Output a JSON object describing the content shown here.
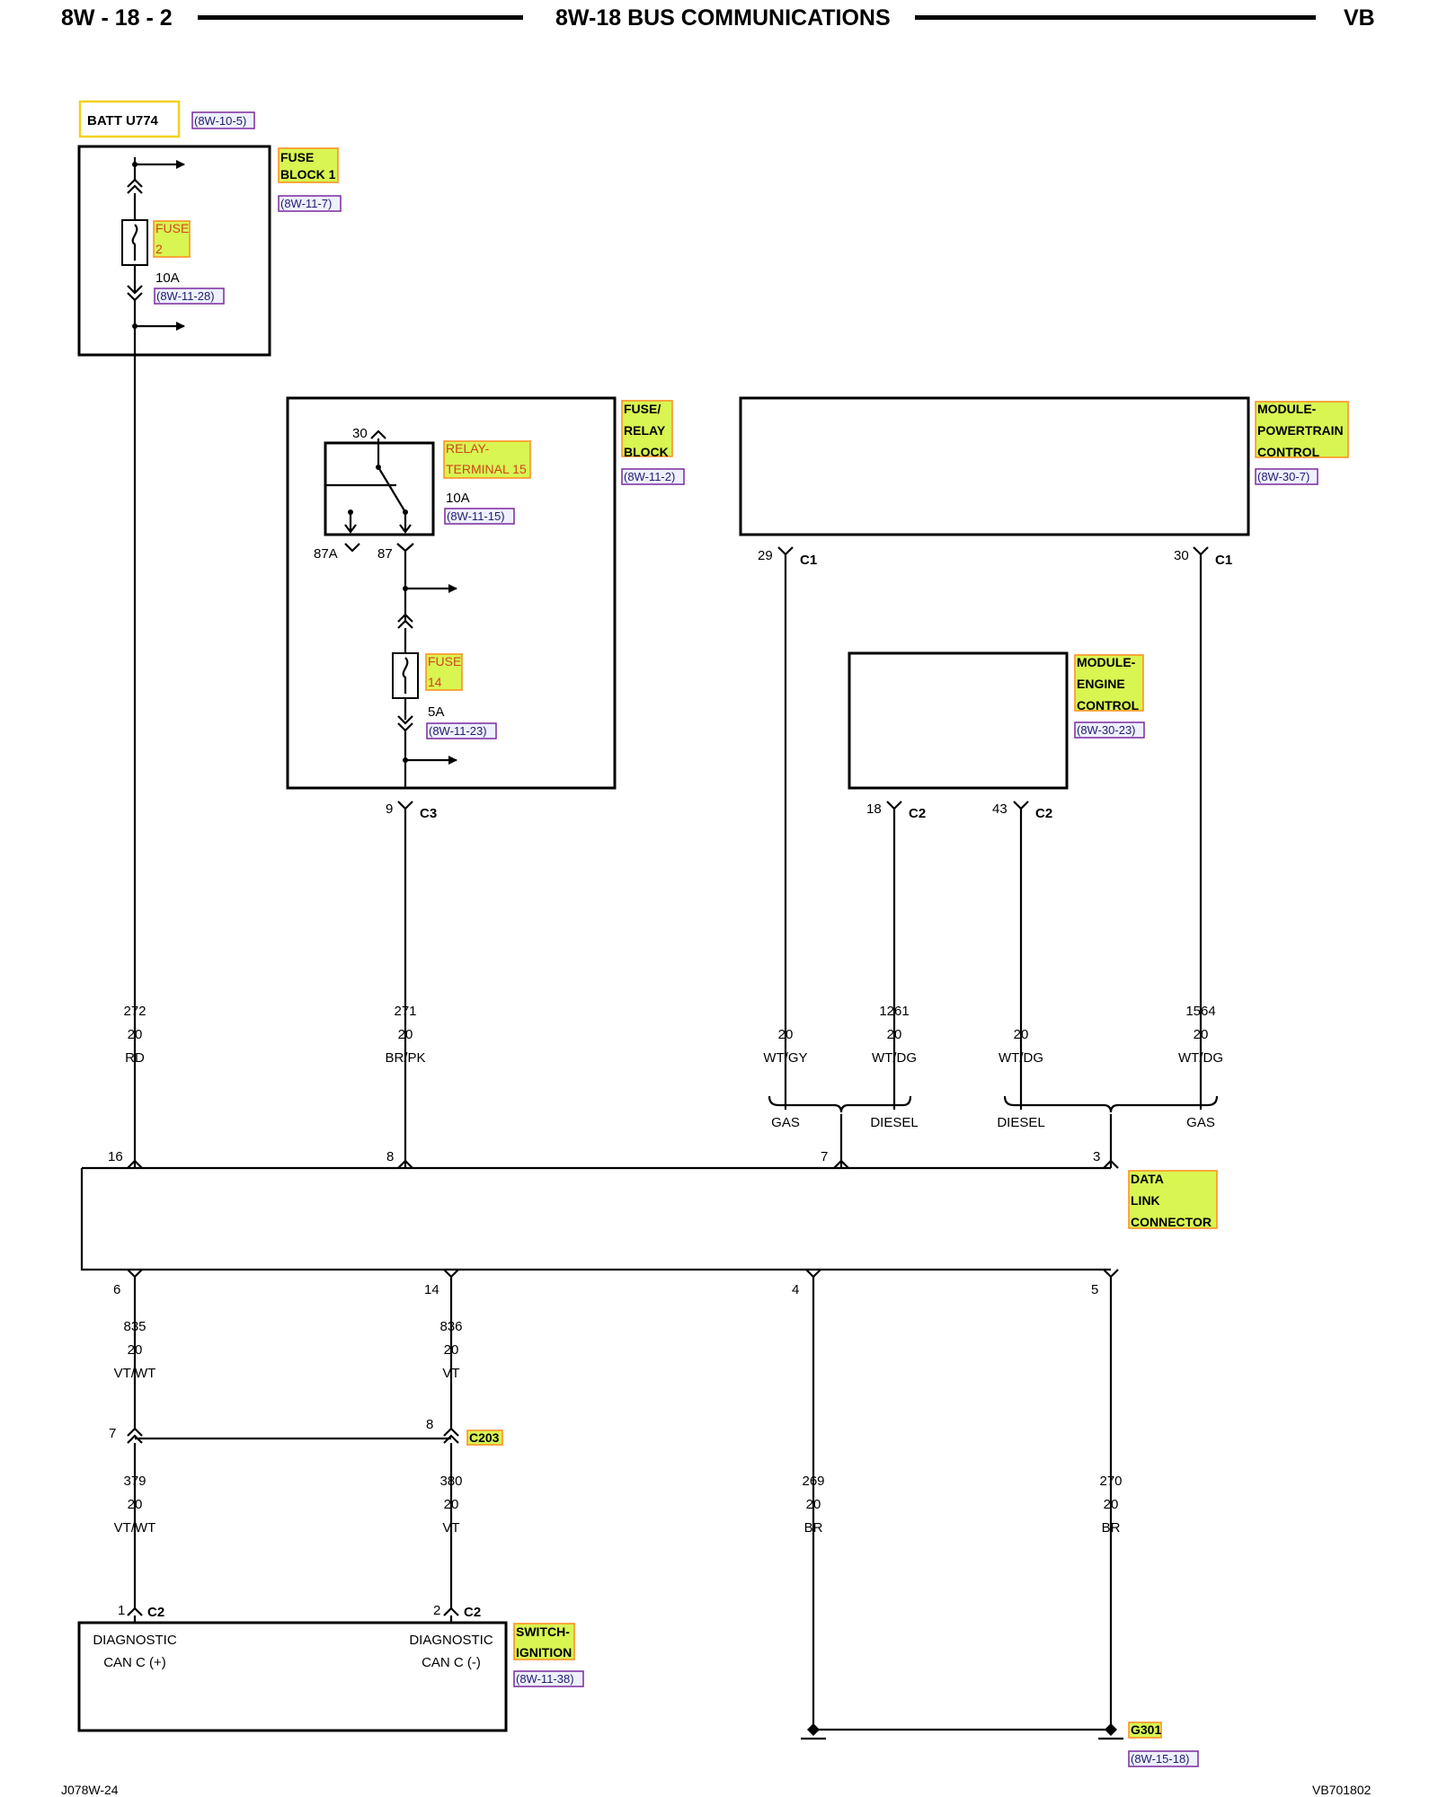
{
  "header": {
    "page_number": "8W - 18 - 2",
    "title": "8W-18 BUS COMMUNICATIONS",
    "model_code": "VB"
  },
  "footer": {
    "left_code": "J078W-24",
    "right_code": "VB701802"
  },
  "components": {
    "batt": {
      "label": "BATT U774",
      "ref": "(8W-10-5)"
    },
    "fuse_block_1": {
      "label_line1": "FUSE",
      "label_line2": "BLOCK 1",
      "ref": "(8W-11-7)"
    },
    "fuse_2": {
      "label_line1": "FUSE",
      "label_line2": "2",
      "rating": "10A",
      "ref": "(8W-11-28)"
    },
    "fuse_relay_block": {
      "label_line1": "FUSE/",
      "label_line2": "RELAY",
      "label_line3": "BLOCK",
      "ref": "(8W-11-2)"
    },
    "relay": {
      "label_line1": "RELAY-",
      "label_line2": "TERMINAL 15",
      "rating": "10A",
      "ref": "(8W-11-15)",
      "pin_30": "30",
      "pin_87a": "87A",
      "pin_87": "87"
    },
    "fuse_14": {
      "label_line1": "FUSE",
      "label_line2": "14",
      "rating": "5A",
      "ref": "(8W-11-23)"
    },
    "pcm": {
      "label_line1": "MODULE-",
      "label_line2": "POWERTRAIN",
      "label_line3": "CONTROL",
      "ref": "(8W-30-7)"
    },
    "ecm": {
      "label_line1": "MODULE-",
      "label_line2": "ENGINE",
      "label_line3": "CONTROL",
      "ref": "(8W-30-23)"
    },
    "dlc": {
      "label_line1": "DATA",
      "label_line2": "LINK",
      "label_line3": "CONNECTOR"
    },
    "ignition_switch": {
      "label_line1": "SWITCH-",
      "label_line2": "IGNITION",
      "ref": "(8W-11-38)",
      "pin_left_line1": "DIAGNOSTIC",
      "pin_left_line2": "CAN C (+)",
      "pin_right_line1": "DIAGNOSTIC",
      "pin_right_line2": "CAN C (-)"
    },
    "c203": {
      "label": "C203"
    },
    "g301": {
      "label": "G301",
      "ref": "(8W-15-18)"
    }
  },
  "connectors": {
    "relay_out_pin": "9",
    "relay_out_conn": "C3",
    "pcm_pin_a": "29",
    "pcm_pin_a_conn": "C1",
    "pcm_pin_b": "30",
    "pcm_pin_b_conn": "C1",
    "ecm_pin_a": "18",
    "ecm_pin_a_conn": "C2",
    "ecm_pin_b": "43",
    "ecm_pin_b_conn": "C2",
    "dlc_pin_16": "16",
    "dlc_pin_8": "8",
    "dlc_pin_7": "7",
    "dlc_pin_3": "3",
    "dlc_pin_6": "6",
    "dlc_pin_14": "14",
    "dlc_pin_4": "4",
    "dlc_pin_5": "5",
    "c203_pin_7": "7",
    "c203_pin_8": "8",
    "sw_pin_1": "1",
    "sw_pin_1_conn": "C2",
    "sw_pin_2": "2",
    "sw_pin_2_conn": "C2"
  },
  "wires": [
    {
      "circuit": "272",
      "gauge": "20",
      "color": "RD"
    },
    {
      "circuit": "271",
      "gauge": "20",
      "color": "BR/PK"
    },
    {
      "circuit": "",
      "gauge": "20",
      "color": "WT/GY"
    },
    {
      "circuit": "1261",
      "gauge": "20",
      "color": "WT/DG"
    },
    {
      "circuit": "",
      "gauge": "20",
      "color": "WT/DG"
    },
    {
      "circuit": "1564",
      "gauge": "20",
      "color": "WT/DG"
    },
    {
      "circuit": "835",
      "gauge": "20",
      "color": "VT/WT"
    },
    {
      "circuit": "836",
      "gauge": "20",
      "color": "VT"
    },
    {
      "circuit": "379",
      "gauge": "20",
      "color": "VT/WT"
    },
    {
      "circuit": "380",
      "gauge": "20",
      "color": "VT"
    },
    {
      "circuit": "269",
      "gauge": "20",
      "color": "BR"
    },
    {
      "circuit": "270",
      "gauge": "20",
      "color": "BR"
    }
  ],
  "splice_labels": {
    "gas_left": "GAS",
    "diesel_left": "DIESEL",
    "diesel_right": "DIESEL",
    "gas_right": "GAS"
  }
}
